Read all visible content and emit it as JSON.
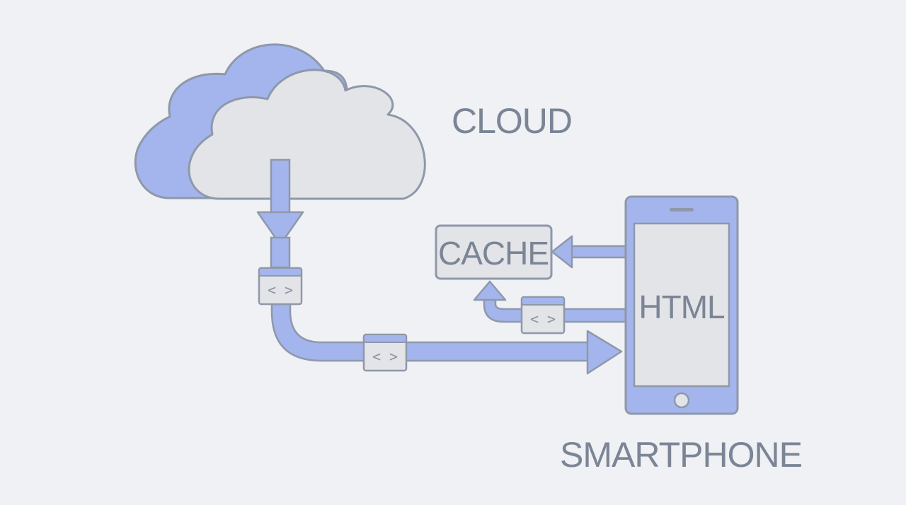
{
  "labels": {
    "cloud": "CLOUD",
    "cache": "CACHE",
    "html": "HTML",
    "smartphone": "SMARTPHONE"
  },
  "code_token_glyph": "< >",
  "icons": [
    "cloud-icon",
    "smartphone-icon",
    "code-token-icon",
    "arrow-icon"
  ],
  "colors": {
    "background": "#eff1f4",
    "accent_blue": "#a3b5ec",
    "outline_gray": "#8f98aa",
    "fill_gray": "#e2e4e8",
    "text_gray": "#7b8595"
  }
}
